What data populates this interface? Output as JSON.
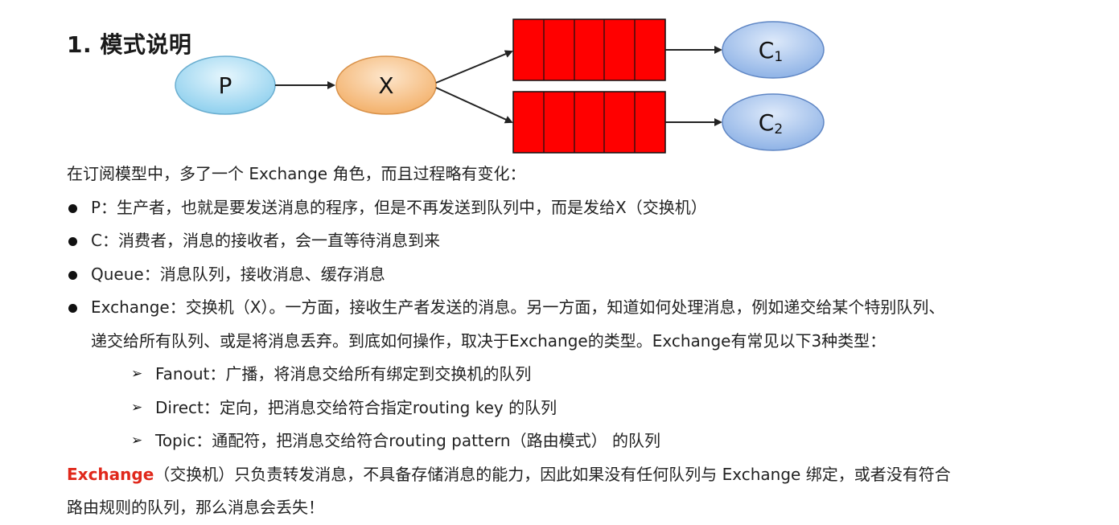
{
  "heading": "1. 模式说明",
  "diagram": {
    "producer": "P",
    "exchange": "X",
    "consumer1_letter": "C",
    "consumer1_sub": "1",
    "consumer2_letter": "C",
    "consumer2_sub": "2",
    "queue_cells_per_queue": 5,
    "colors": {
      "producer_fill": "#a8dcf2",
      "exchange_fill": "#f8c38a",
      "consumer_fill": "#a9c6ee",
      "queue_fill": "#ff0000"
    }
  },
  "content": {
    "intro": "在订阅模型中，多了一个 Exchange 角色，而且过程略有变化：",
    "bullets": [
      {
        "text": "P：生产者，也就是要发送消息的程序，但是不再发送到队列中，而是发给X（交换机）"
      },
      {
        "text": "C：消费者，消息的接收者，会一直等待消息到来"
      },
      {
        "text": "Queue：消息队列，接收消息、缓存消息"
      },
      {
        "text": "Exchange：交换机（X）。一方面，接收生产者发送的消息。另一方面，知道如何处理消息，例如递交给某个特别队列、",
        "continuation": "递交给所有队列、或是将消息丢弃。到底如何操作，取决于Exchange的类型。Exchange有常见以下3种类型："
      }
    ],
    "sub_items": [
      {
        "marker": "➢",
        "text": "Fanout：广播，将消息交给所有绑定到交换机的队列"
      },
      {
        "marker": "➢",
        "text": "Direct：定向，把消息交给符合指定routing key 的队列"
      },
      {
        "marker": "➢",
        "text": "Topic：通配符，把消息交给符合routing pattern（路由模式） 的队列"
      }
    ],
    "note_strong": "Exchange",
    "note_rest": "（交换机）只负责转发消息，不具备存储消息的能力，因此如果没有任何队列与 Exchange 绑定，或者没有符合",
    "note_line2": "路由规则的队列，那么消息会丢失！"
  }
}
